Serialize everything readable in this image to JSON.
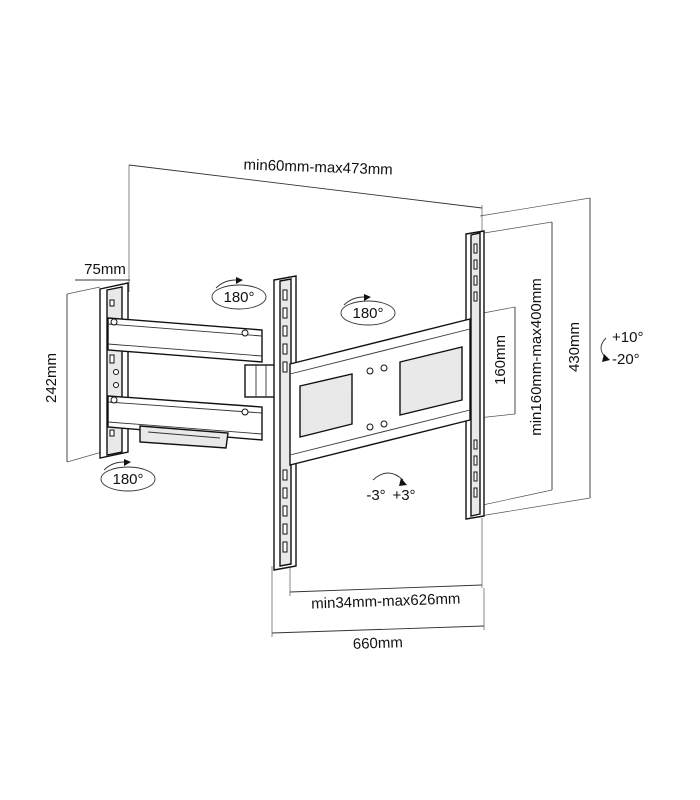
{
  "dimensions": {
    "overall_depth": "min60mm-max473mm",
    "wall_plate_depth": "75mm",
    "wall_plate_height": "242mm",
    "vesa_vertical_min": "160mm",
    "vesa_vertical_range": "min160mm-max400mm",
    "tv_plate_height": "430mm",
    "vesa_horizontal_range": "min34mm-max626mm",
    "tv_plate_width": "660mm"
  },
  "rotations": {
    "swivel_wall": "180°",
    "swivel_middle": "180°",
    "swivel_arm": "180°",
    "tilt_up": "+10°",
    "tilt_down": "-20°",
    "level_minus": "-3°",
    "level_plus": "+3°"
  },
  "colors": {
    "line": "#111111",
    "fill": "#e9e9e9"
  }
}
